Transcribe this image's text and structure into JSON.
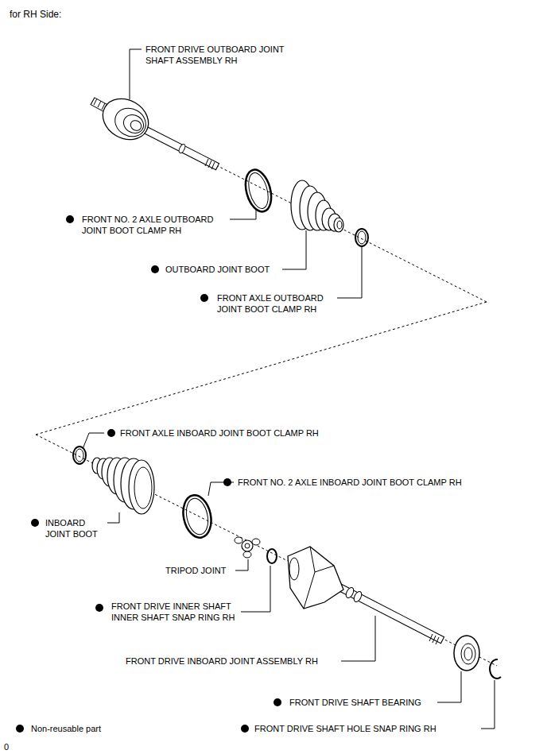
{
  "diagram": {
    "title": "for RH Side:",
    "labels": [
      "FRONT DRIVE OUTBOARD JOINT SHAFT ASSEMBLY RH",
      "FRONT NO. 2 AXLE OUTBOARD JOINT BOOT CLAMP RH",
      "OUTBOARD JOINT BOOT",
      "FRONT AXLE OUTBOARD JOINT BOOT CLAMP RH",
      "FRONT AXLE INBOARD JOINT BOOT CLAMP RH",
      "FRONT NO. 2 AXLE INBOARD JOINT BOOT CLAMP RH",
      "INBOARD JOINT BOOT",
      "TRIPOD JOINT",
      "FRONT DRIVE INNER SHAFT INNER SHAFT SNAP RING RH",
      "FRONT DRIVE INBOARD JOINT ASSEMBLY RH",
      "FRONT DRIVE SHAFT BEARING",
      "FRONT DRIVE SHAFT HOLE SNAP RING RH",
      "0"
    ],
    "legend": [
      {
        "text": "Non-reusable part"
      }
    ]
  }
}
